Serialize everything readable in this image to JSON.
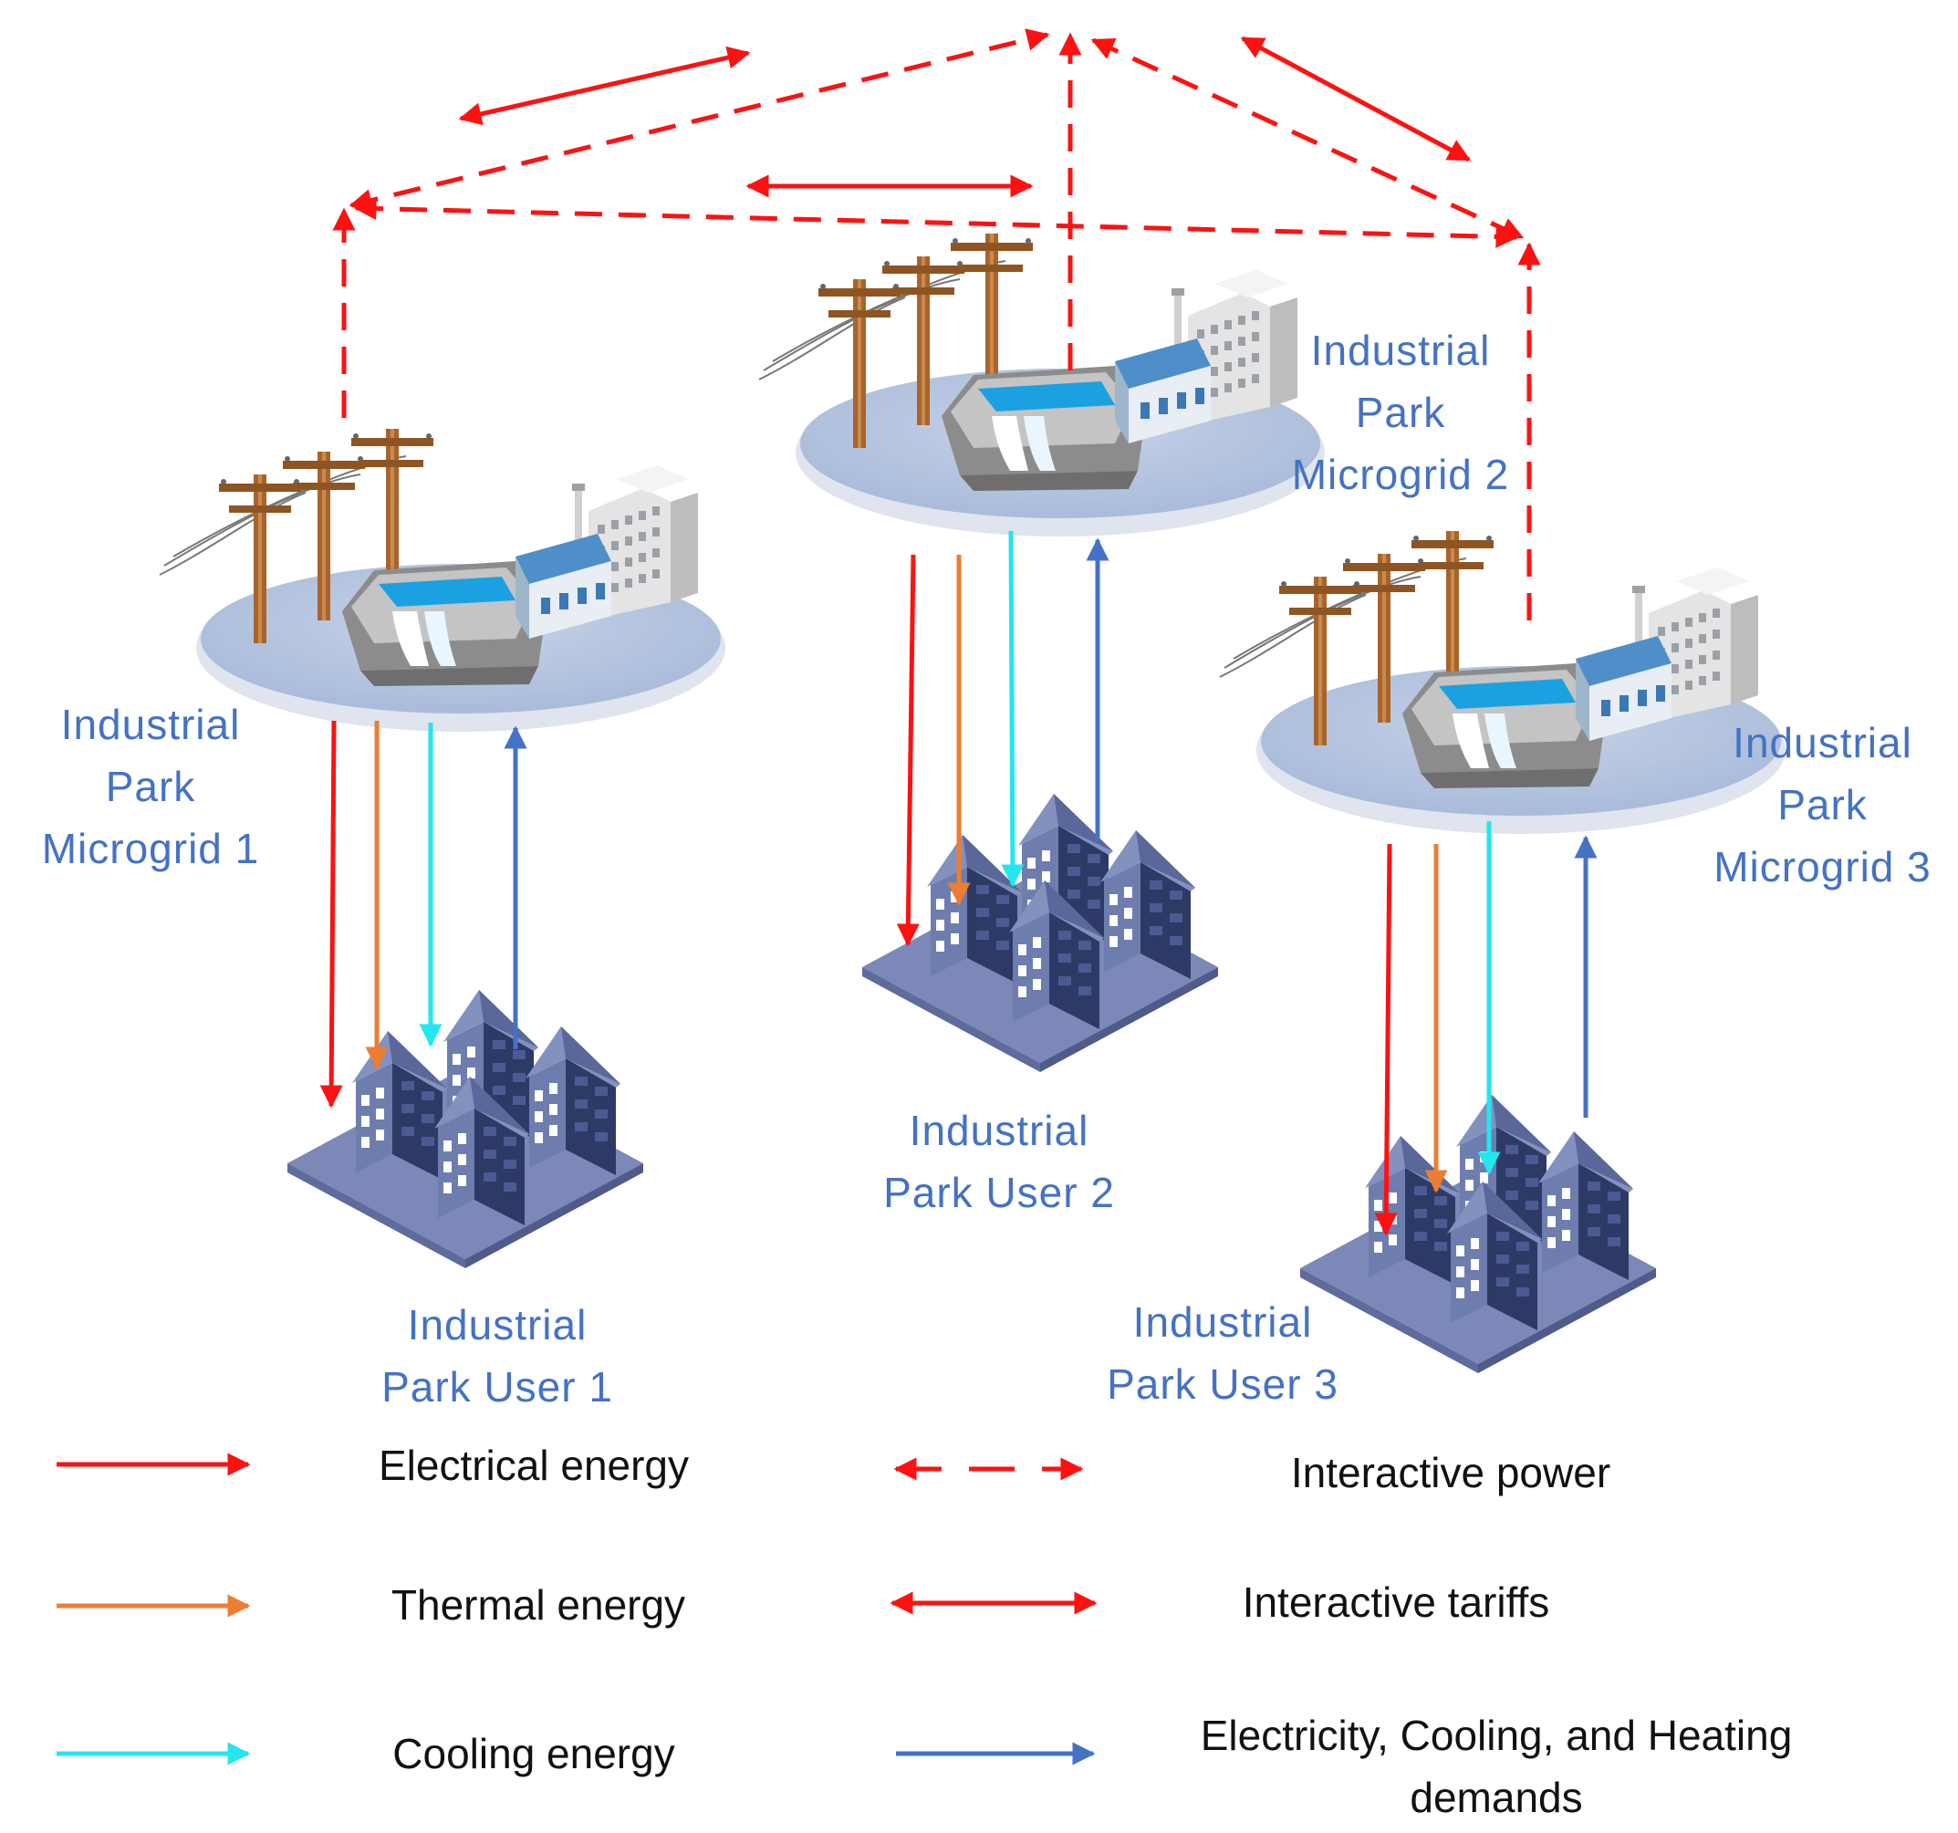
{
  "nodes": {
    "microgrid1": [
      "Industrial",
      "Park",
      "Microgrid 1"
    ],
    "microgrid2": [
      "Industrial",
      "Park",
      "Microgrid 2"
    ],
    "microgrid3": [
      "Industrial",
      "Park",
      "Microgrid 3"
    ],
    "user1": [
      "Industrial",
      "Park User 1"
    ],
    "user2": [
      "Industrial",
      "Park User 2"
    ],
    "user3": [
      "Industrial",
      "Park User 3"
    ]
  },
  "legend": {
    "electrical": "Electrical energy",
    "thermal": "Thermal energy",
    "cooling": "Cooling energy",
    "interactive_power": "Interactive power",
    "interactive_tariffs": "Interactive tariffs",
    "demands_line1": "Electricity, Cooling, and Heating",
    "demands_line2": "demands"
  },
  "colors": {
    "electrical": "#FF1111",
    "thermal": "#ED7D31",
    "cooling": "#22E6F0",
    "demand": "#4472C4",
    "interactive": "#FF1111",
    "label": "#4472C4"
  }
}
